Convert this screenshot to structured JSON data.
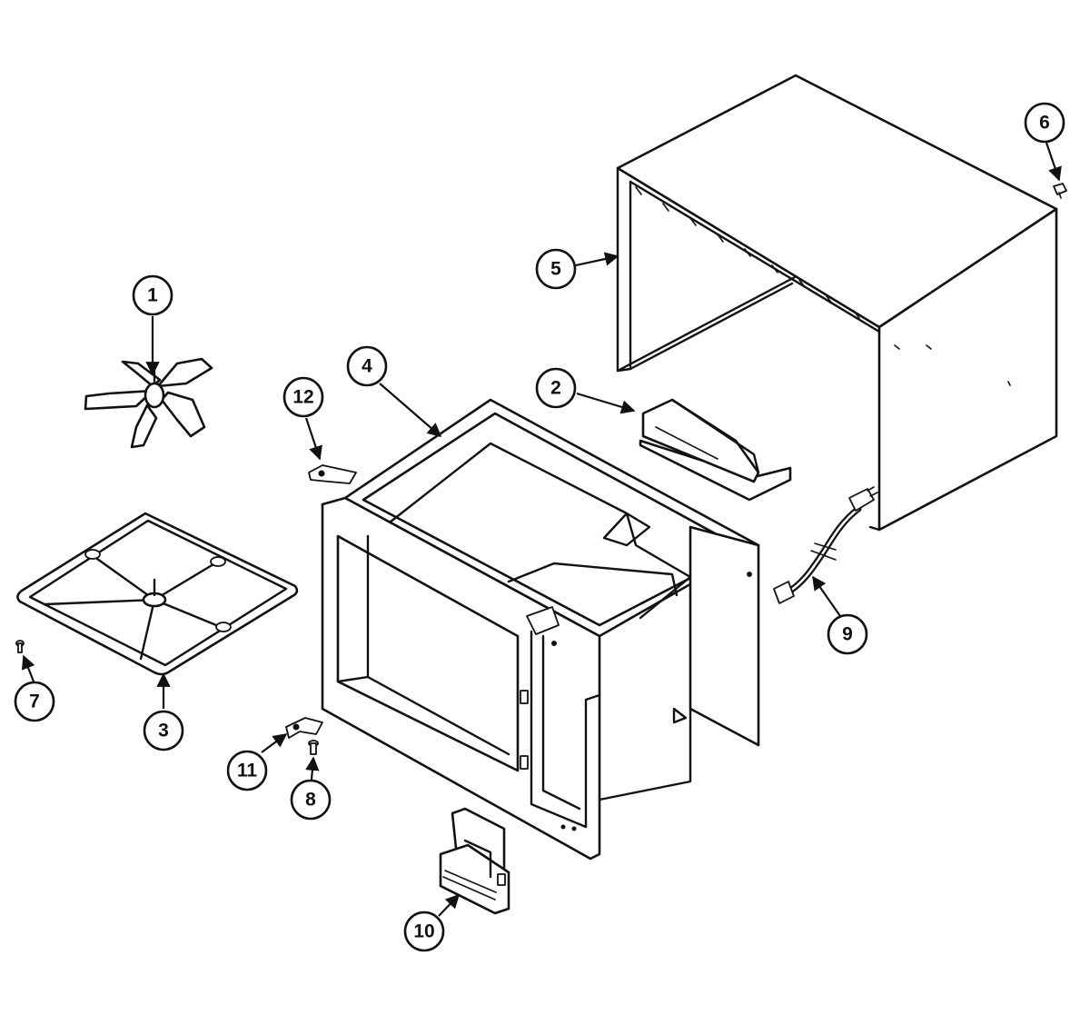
{
  "callouts": [
    {
      "key": "c1",
      "label": "1"
    },
    {
      "key": "c2",
      "label": "2"
    },
    {
      "key": "c3",
      "label": "3"
    },
    {
      "key": "c4",
      "label": "4"
    },
    {
      "key": "c5",
      "label": "5"
    },
    {
      "key": "c6",
      "label": "6"
    },
    {
      "key": "c7",
      "label": "7"
    },
    {
      "key": "c8",
      "label": "8"
    },
    {
      "key": "c9",
      "label": "9"
    },
    {
      "key": "c10",
      "label": "10"
    },
    {
      "key": "c11",
      "label": "11"
    },
    {
      "key": "c12",
      "label": "12"
    }
  ]
}
